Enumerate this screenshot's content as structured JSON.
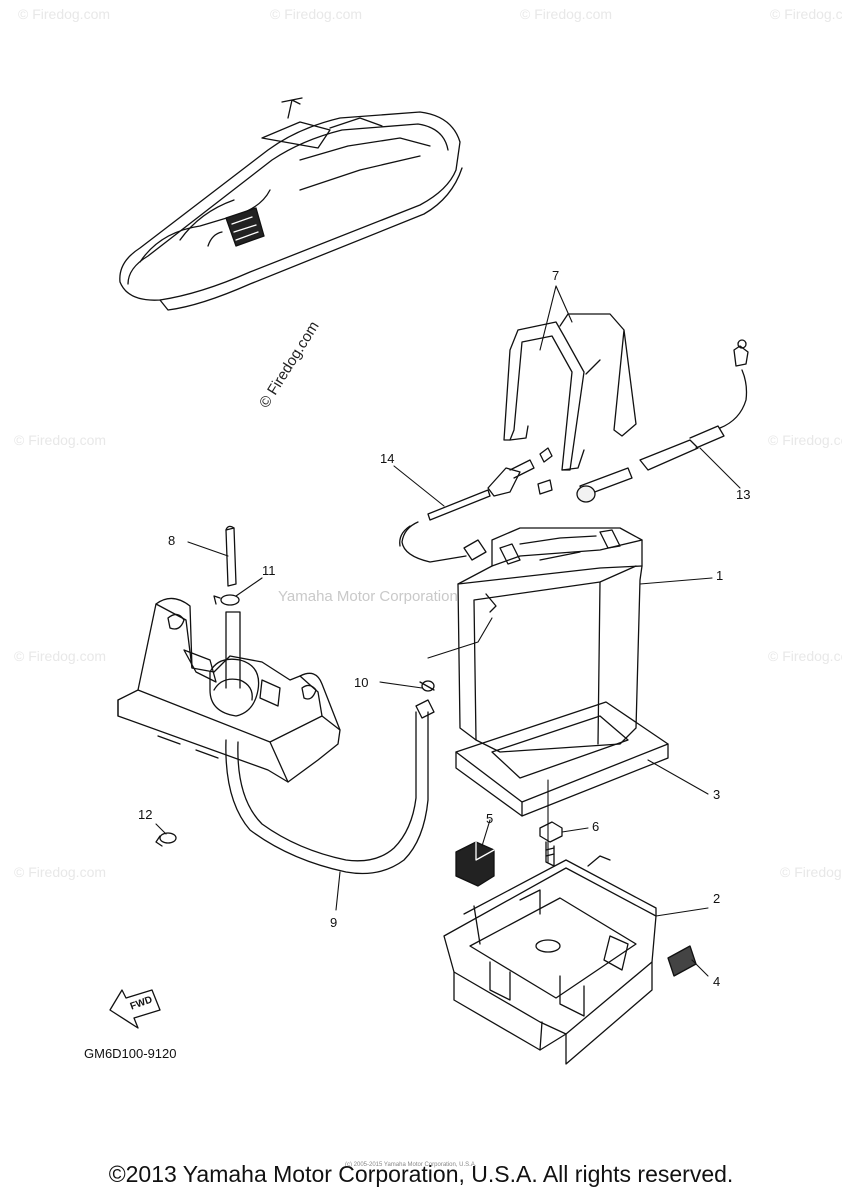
{
  "diagram": {
    "callouts": [
      "1",
      "2",
      "3",
      "4",
      "5",
      "6",
      "7",
      "8",
      "9",
      "10",
      "11",
      "12",
      "13",
      "14"
    ],
    "part_code": "GM6D100-9120",
    "fwd_label": "FWD"
  },
  "watermarks": {
    "site": "© Firedog.com",
    "center": "Yamaha Motor Corporation"
  },
  "footer": {
    "copyright": "©2013 Yamaha Motor Corporation, U.S.A. All rights reserved.",
    "fine_print": "(c) 2005-2015 Yamaha Motor Corporation, U.S.A."
  }
}
